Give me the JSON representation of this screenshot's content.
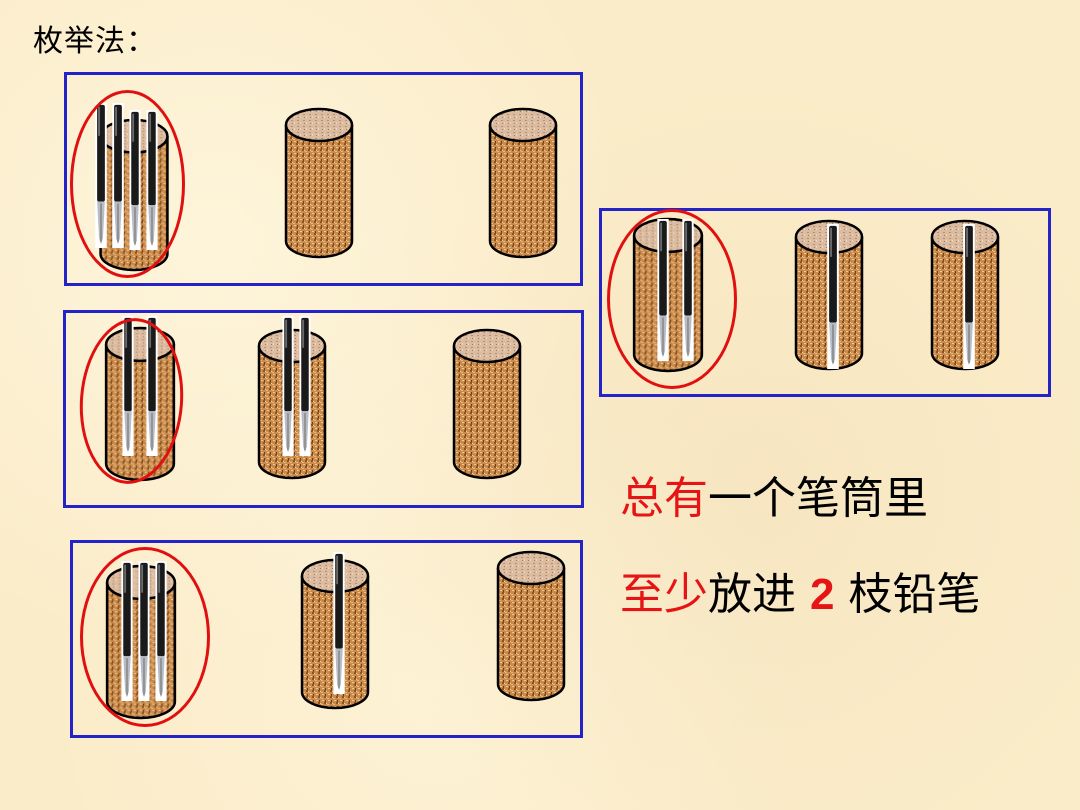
{
  "title": "枚举法：",
  "colors": {
    "panel_border": "#2323c8",
    "highlight_ring": "#e01010",
    "emphasis_text": "#e61414",
    "cup_body": "#c98a4a",
    "cup_top": "#e0bfa0",
    "background": "#fbecc9"
  },
  "panels": [
    {
      "label": "case-4-0-0",
      "pens_per_cup": [
        4,
        0,
        0
      ],
      "highlighted_cup": 1
    },
    {
      "label": "case-2-2-0",
      "pens_per_cup": [
        2,
        2,
        0
      ],
      "highlighted_cup": 1
    },
    {
      "label": "case-3-1-0",
      "pens_per_cup": [
        3,
        1,
        0
      ],
      "highlighted_cup": 1
    },
    {
      "label": "case-2-1-1",
      "pens_per_cup": [
        2,
        1,
        1
      ],
      "highlighted_cup": 1
    }
  ],
  "conclusion": {
    "line1": {
      "emphasis": "总有",
      "rest": "一个笔筒里"
    },
    "line2": {
      "emphasis": "至少",
      "middle": "放进 ",
      "number": "2",
      "rest": " 枝铅笔"
    }
  }
}
